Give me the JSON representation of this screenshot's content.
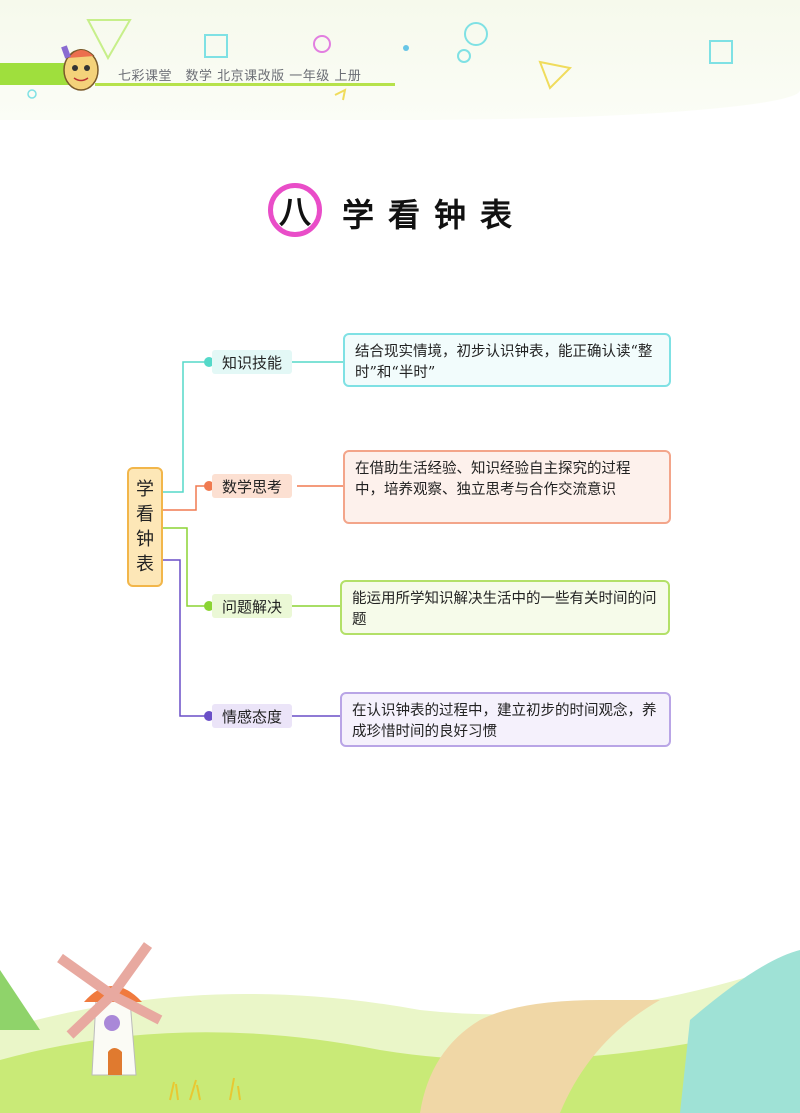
{
  "header": {
    "text": "七彩课堂　数学  北京课改版  一年级  上册"
  },
  "title": {
    "number": "八",
    "text": "学看钟表"
  },
  "mindmap": {
    "root_chars": [
      "学",
      "看",
      "钟",
      "表"
    ],
    "branches": [
      {
        "label": "知识技能",
        "color": "#55d9c9",
        "text": "结合现实情境，初步认识钟表，能正确认读“整时”和“半时”"
      },
      {
        "label": "数学思考",
        "color": "#f07a50",
        "text": "在借助生活经验、知识经验自主探究的过程中，培养观察、独立思考与合作交流意识"
      },
      {
        "label": "问题解决",
        "color": "#8bd434",
        "text": "能运用所学知识解决生活中的一些有关时间的问题"
      },
      {
        "label": "情感态度",
        "color": "#6a4fc7",
        "text": "在认识钟表的过程中，建立初步的时间观念，养成珍惜时间的良好习惯"
      }
    ]
  }
}
